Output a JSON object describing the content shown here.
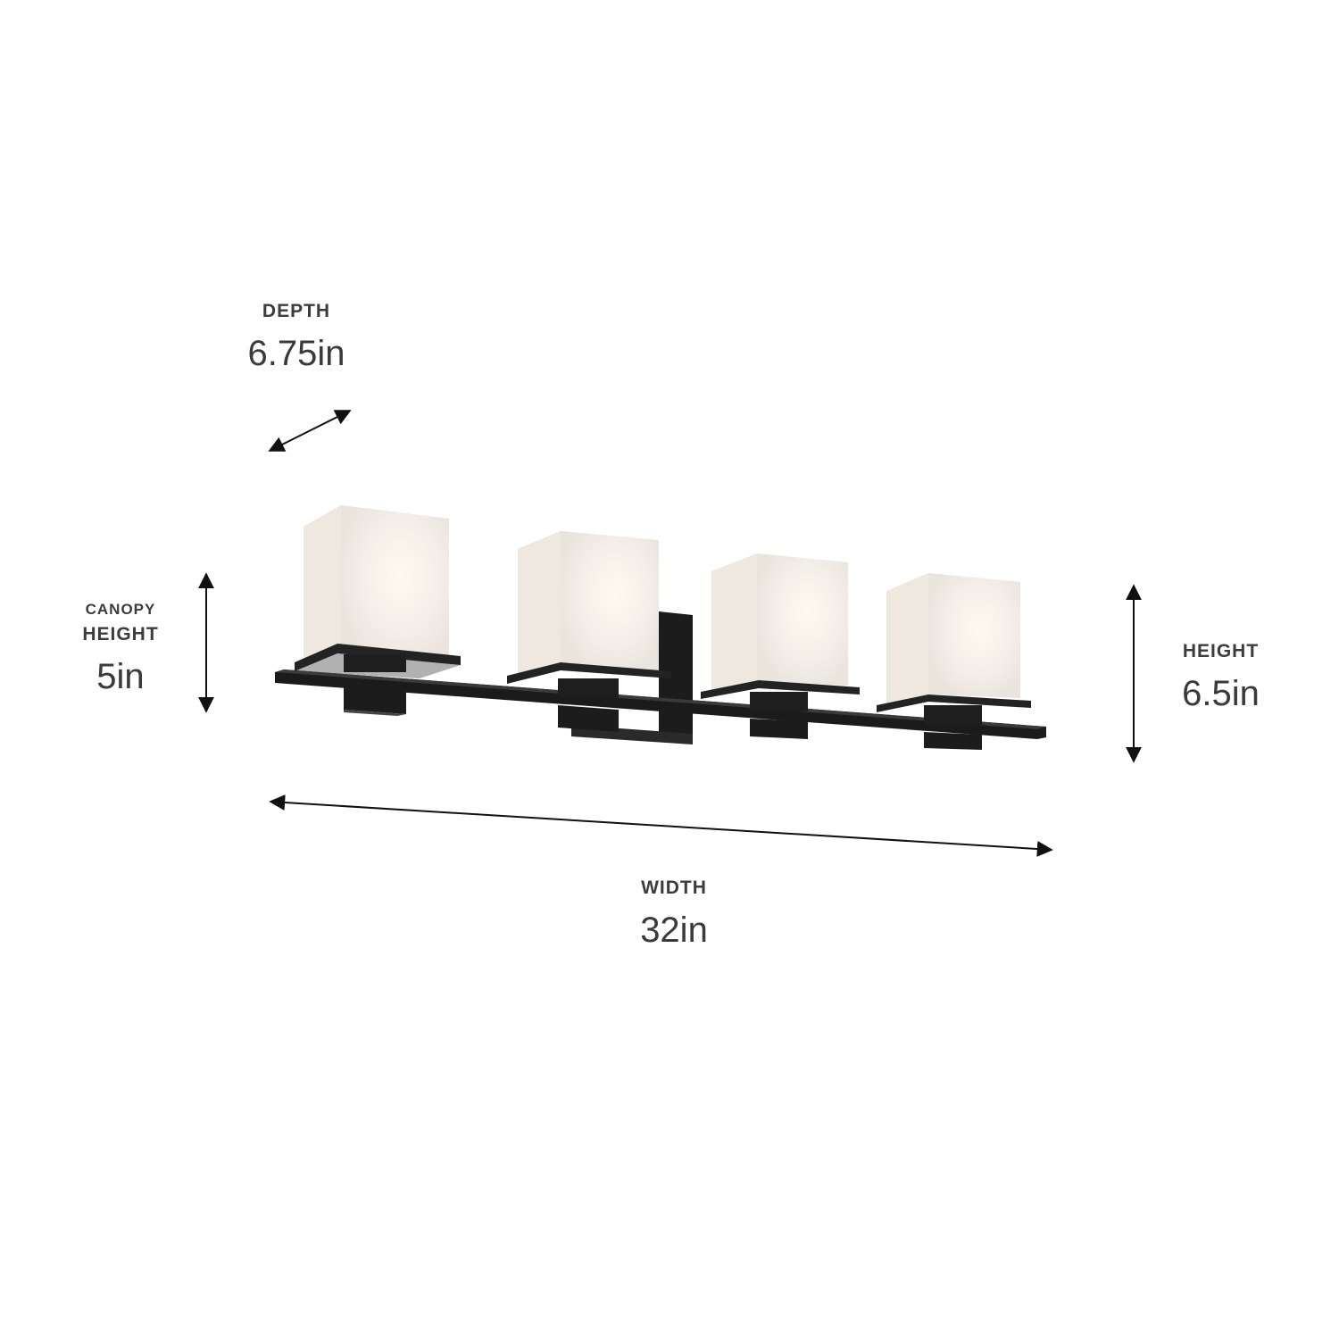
{
  "diagram": {
    "subject": "4-light bath vanity fixture with square satin-etched glass shades and black finish",
    "colors": {
      "text": "#3a3a3a",
      "arrow": "#111111",
      "metal": "#1e1e1e",
      "metal_highlight": "#3a3a3a",
      "glass": "#f4f1ec",
      "glass_glow": "#fbf4e6"
    },
    "dimensions": {
      "depth": {
        "label": "DEPTH",
        "value": "6.75in"
      },
      "canopy_height": {
        "label_line1": "CANOPY",
        "label_line2": "HEIGHT",
        "value": "5in"
      },
      "height": {
        "label": "HEIGHT",
        "value": "6.5in"
      },
      "width": {
        "label": "WIDTH",
        "value": "32in"
      }
    },
    "fixture": {
      "shade_count": 4,
      "shade_shape": "square",
      "finish": "black"
    }
  }
}
